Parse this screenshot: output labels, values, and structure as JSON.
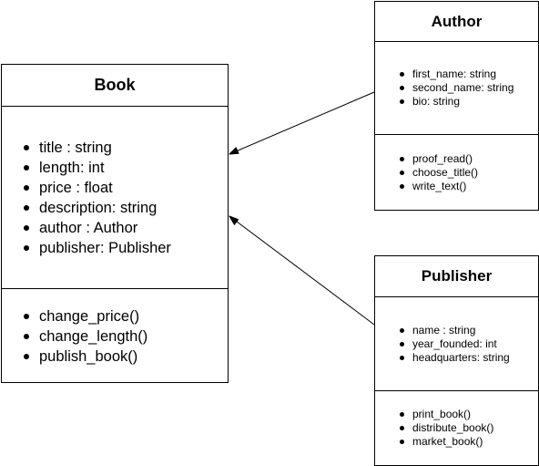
{
  "classes": {
    "book": {
      "name": "Book",
      "attributes": [
        "title : string",
        "length: int",
        "price : float",
        "description: string",
        "author : Author",
        "publisher: Publisher"
      ],
      "operations": [
        "change_price()",
        "change_length()",
        "publish_book()"
      ]
    },
    "author": {
      "name": "Author",
      "attributes": [
        "first_name: string",
        "second_name: string",
        "bio: string"
      ],
      "operations": [
        "proof_read()",
        "choose_title()",
        "write_text()"
      ]
    },
    "publisher": {
      "name": "Publisher",
      "attributes": [
        "name : string",
        "year_founded: int",
        "headquarters: string"
      ],
      "operations": [
        "print_book()",
        "distribute_book()",
        "market_book()"
      ]
    }
  },
  "associations": [
    {
      "from": "Author",
      "to": "Book",
      "arrowhead": "open"
    },
    {
      "from": "Publisher",
      "to": "Book",
      "arrowhead": "open"
    }
  ]
}
